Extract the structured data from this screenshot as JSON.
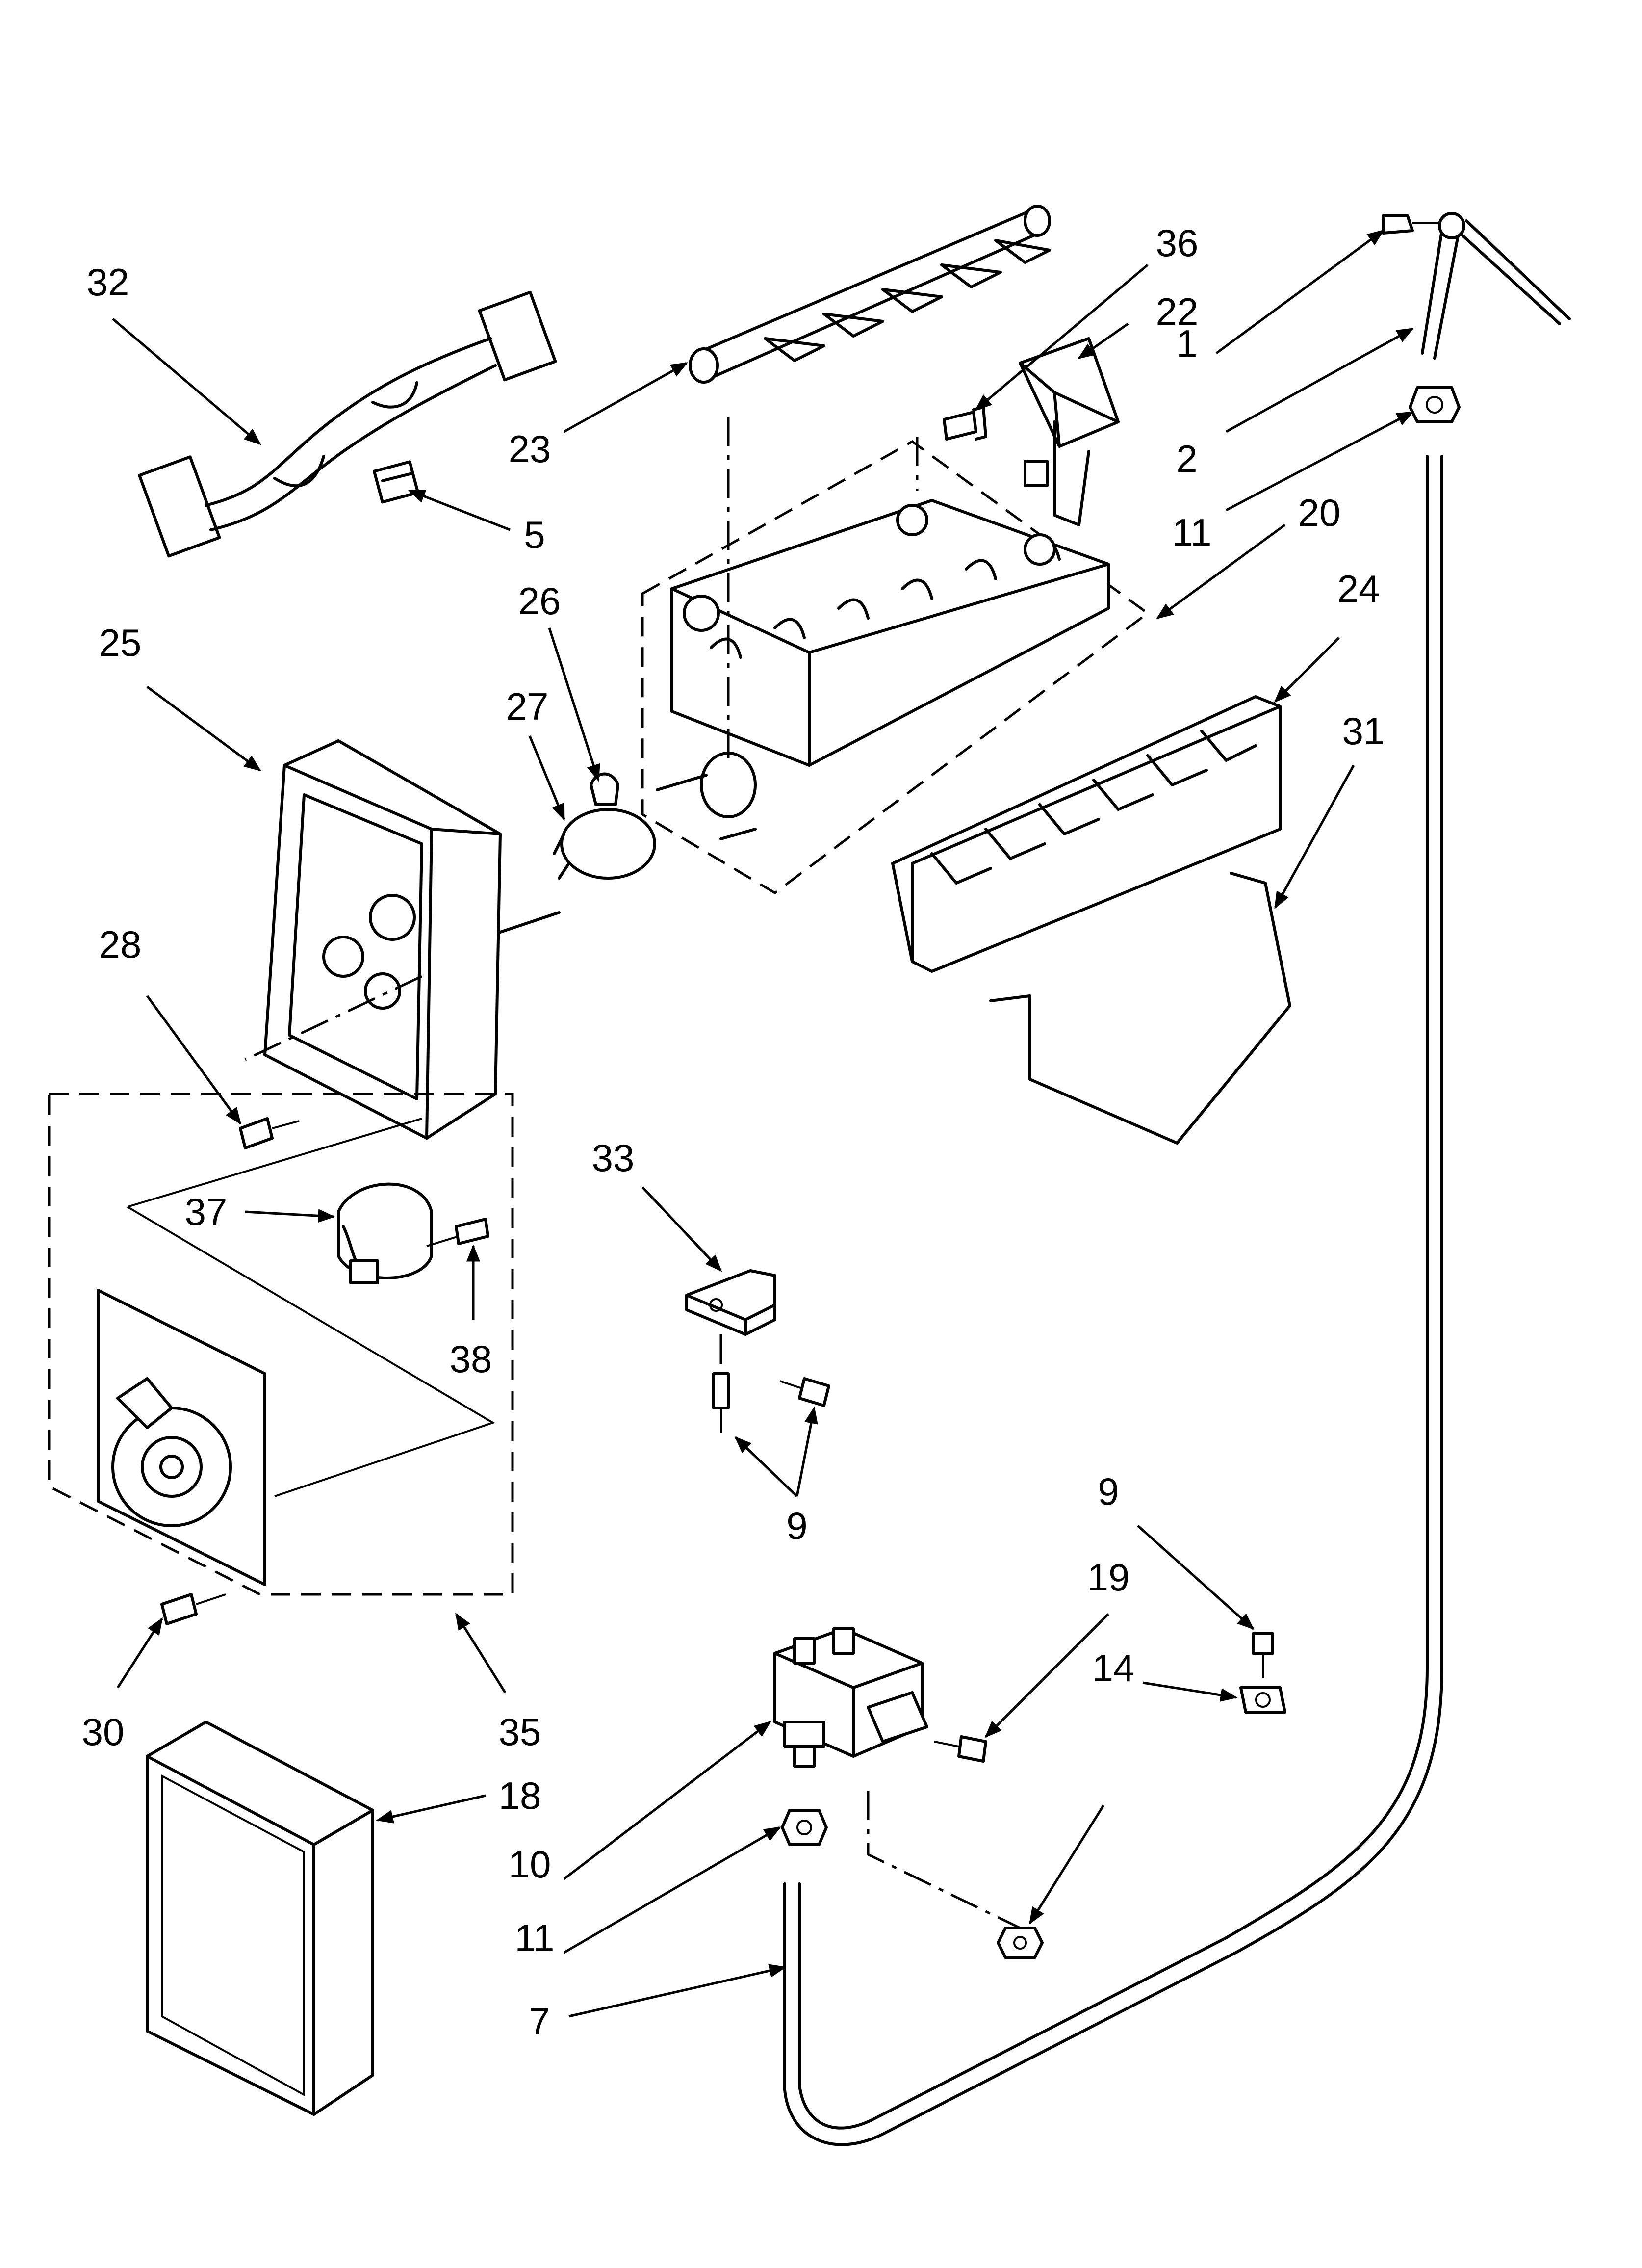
{
  "callouts": [
    {
      "id": "c1",
      "label": "1"
    },
    {
      "id": "c2",
      "label": "2"
    },
    {
      "id": "c5",
      "label": "5"
    },
    {
      "id": "c7",
      "label": "7"
    },
    {
      "id": "c9a",
      "label": "9"
    },
    {
      "id": "c9b",
      "label": "9"
    },
    {
      "id": "c10",
      "label": "10"
    },
    {
      "id": "c11a",
      "label": "11"
    },
    {
      "id": "c11b",
      "label": "11"
    },
    {
      "id": "c14",
      "label": "14"
    },
    {
      "id": "c18",
      "label": "18"
    },
    {
      "id": "c19",
      "label": "19"
    },
    {
      "id": "c20",
      "label": "20"
    },
    {
      "id": "c22",
      "label": "22"
    },
    {
      "id": "c23",
      "label": "23"
    },
    {
      "id": "c24",
      "label": "24"
    },
    {
      "id": "c25",
      "label": "25"
    },
    {
      "id": "c26",
      "label": "26"
    },
    {
      "id": "c27",
      "label": "27"
    },
    {
      "id": "c28",
      "label": "28"
    },
    {
      "id": "c30",
      "label": "30"
    },
    {
      "id": "c31",
      "label": "31"
    },
    {
      "id": "c32",
      "label": "32"
    },
    {
      "id": "c33",
      "label": "33"
    },
    {
      "id": "c35",
      "label": "35"
    },
    {
      "id": "c36",
      "label": "36"
    },
    {
      "id": "c37",
      "label": "37"
    },
    {
      "id": "c38",
      "label": "38"
    }
  ]
}
